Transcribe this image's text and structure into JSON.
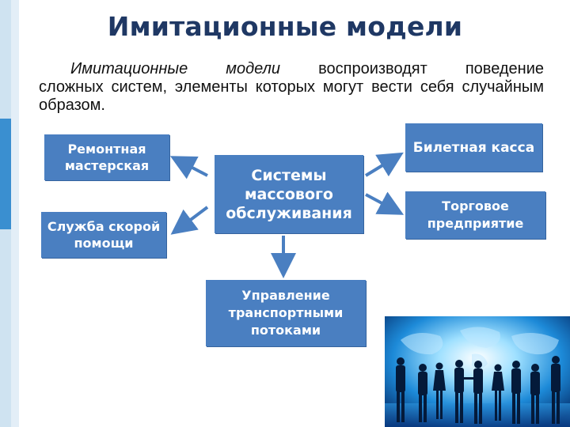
{
  "slide": {
    "title": "Имитационные модели",
    "intro_lead": "Имитационные модели",
    "intro_rest_line1": " воспроизводят поведение",
    "intro_rest": "сложных систем, элементы которых могут вести себя случайным образом."
  },
  "diagram": {
    "center": "Системы массового обслуживания",
    "left_items": [
      "Ремонтная мастерская",
      "Служба скорой помощи"
    ],
    "right_items": [
      "Билетная касса",
      "Торговое предприятие"
    ],
    "bottom_item": "Управление транспортными потоками"
  },
  "colors": {
    "box_fill": "#4a7fc1",
    "title": "#1f3864",
    "arrow": "#4a7fc1"
  }
}
